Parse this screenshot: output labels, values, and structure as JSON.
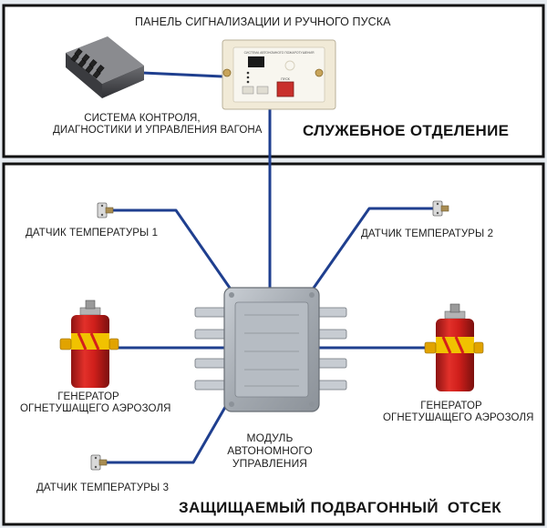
{
  "service_section": {
    "title": "СЛУЖЕБНОЕ ОТДЕЛЕНИЕ",
    "alarm_panel": {
      "label": "ПАНЕЛЬ СИГНАЛИЗАЦИИ И РУЧНОГО ПУСКА",
      "face_text": "СИСТЕМА АВТОНОМНОГО ПОЖАРОТУШЕНИЯ",
      "button_text": "ПУСК"
    },
    "control_system": {
      "label_line1": "СИСТЕМА КОНТРОЛЯ,",
      "label_line2": "ДИАГНОСТИКИ И УПРАВЛЕНИЯ ВАГОНА"
    }
  },
  "protected_section": {
    "title": "ЗАЩИЩАЕМЫЙ ПОДВАГОННЫЙ  ОТСЕК",
    "sensor_1": "ДАТЧИК ТЕМПЕРАТУРЫ 1",
    "sensor_2": "ДАТЧИК ТЕМПЕРАТУРЫ 2",
    "sensor_3": "ДАТЧИК ТЕМПЕРАТУРЫ 3",
    "generator_left": {
      "line1": "ГЕНЕРАТОР",
      "line2": "ОГНЕТУШАЩЕГО АЭРОЗОЛЯ"
    },
    "generator_right": {
      "line1": "ГЕНЕРАТОР",
      "line2": "ОГНЕТУШАЩЕГО АЭРОЗОЛЯ"
    },
    "module": {
      "line1": "МОДУЛЬ",
      "line2": "АВТОНОМНОГО",
      "line3": "УПРАВЛЕНИЯ"
    }
  },
  "colors": {
    "background": "#e6ebf0",
    "panel": "#ffffff",
    "border": "#121212",
    "wire": "#1f3f8f",
    "generator_red": "#d41f1c",
    "generator_yellow": "#f1c200",
    "module_metal": "#a8aeb5"
  }
}
